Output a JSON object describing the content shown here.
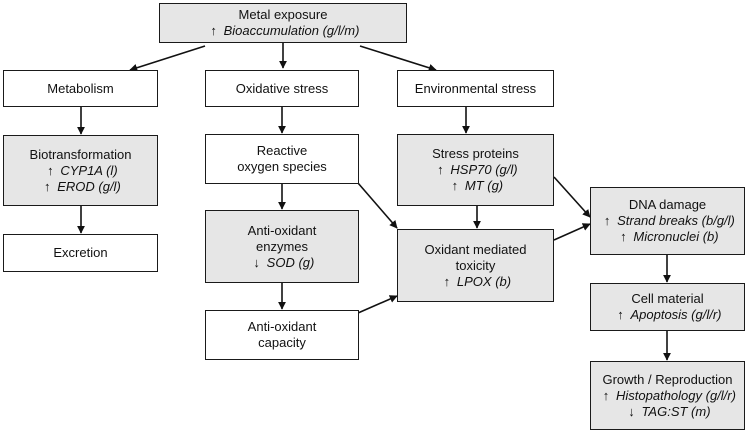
{
  "metal": {
    "title": "Metal exposure",
    "up": "↑",
    "item": "Bioaccumulation (g/l/m)"
  },
  "metabolism": {
    "title": "Metabolism"
  },
  "oxidative": {
    "title": "Oxidative stress"
  },
  "environmental": {
    "title": "Environmental stress"
  },
  "biotrans": {
    "title": "Biotransformation",
    "up1": "↑",
    "item1": "CYP1A (l)",
    "up2": "↑",
    "item2": "EROD (g/l)"
  },
  "ros": {
    "title1": "Reactive",
    "title2": "oxygen species"
  },
  "stress_proteins": {
    "title": "Stress proteins",
    "up1": "↑",
    "item1": "HSP70 (g/l)",
    "up2": "↑",
    "item2": "MT (g)"
  },
  "excretion": {
    "title": "Excretion"
  },
  "antiox_enzymes": {
    "title1": "Anti-oxidant",
    "title2": "enzymes",
    "down": "↓",
    "item": "SOD (g)"
  },
  "oxidant_tox": {
    "title1": "Oxidant mediated",
    "title2": "toxicity",
    "up": "↑",
    "item": "LPOX (b)"
  },
  "antiox_capacity": {
    "title1": "Anti-oxidant",
    "title2": "capacity"
  },
  "dna": {
    "title": "DNA damage",
    "up1": "↑",
    "item1": "Strand breaks (b/g/l)",
    "up2": "↑",
    "item2": "Micronuclei (b)"
  },
  "cell": {
    "title": "Cell material",
    "up": "↑",
    "item": "Apoptosis (g/l/r)"
  },
  "growth": {
    "title": "Growth / Reproduction",
    "up": "↑",
    "item1": "Histopathology (g/l/r)",
    "down": "↓",
    "item2": "TAG:ST (m)"
  }
}
